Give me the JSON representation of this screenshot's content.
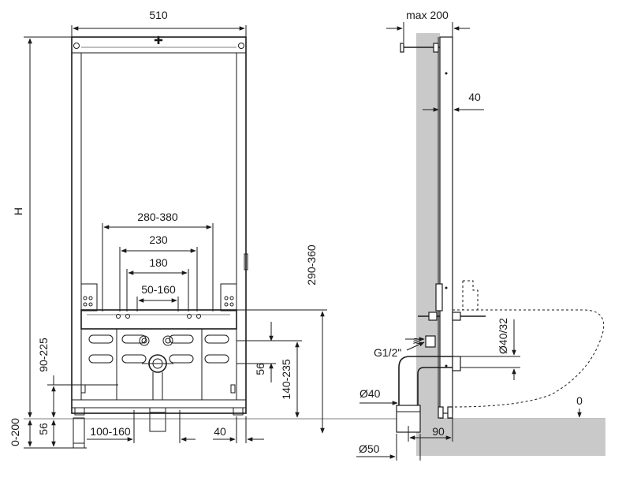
{
  "dimensions": {
    "frame_width": "510",
    "height": "H",
    "span_280_380": "280-380",
    "span_230": "230",
    "span_180": "180",
    "span_50_160": "50-160",
    "v_290_360": "290-360",
    "v_90_225": "90-225",
    "v_56_right": "56",
    "v_140_235": "140-235",
    "v_56_left": "56",
    "v_0_200": "0-200",
    "h_100_160": "100-160",
    "h_40_bottom": "40",
    "max_depth": "max 200",
    "side_40": "40",
    "dia_40_32": "Ø40/32",
    "thread": "G1/2\"",
    "dia_40": "Ø40",
    "dia_50": "Ø50",
    "depth_90": "90",
    "floor_zero": "0"
  },
  "colors": {
    "wall": "#c9c9c9",
    "line": "#1a1a1a"
  }
}
